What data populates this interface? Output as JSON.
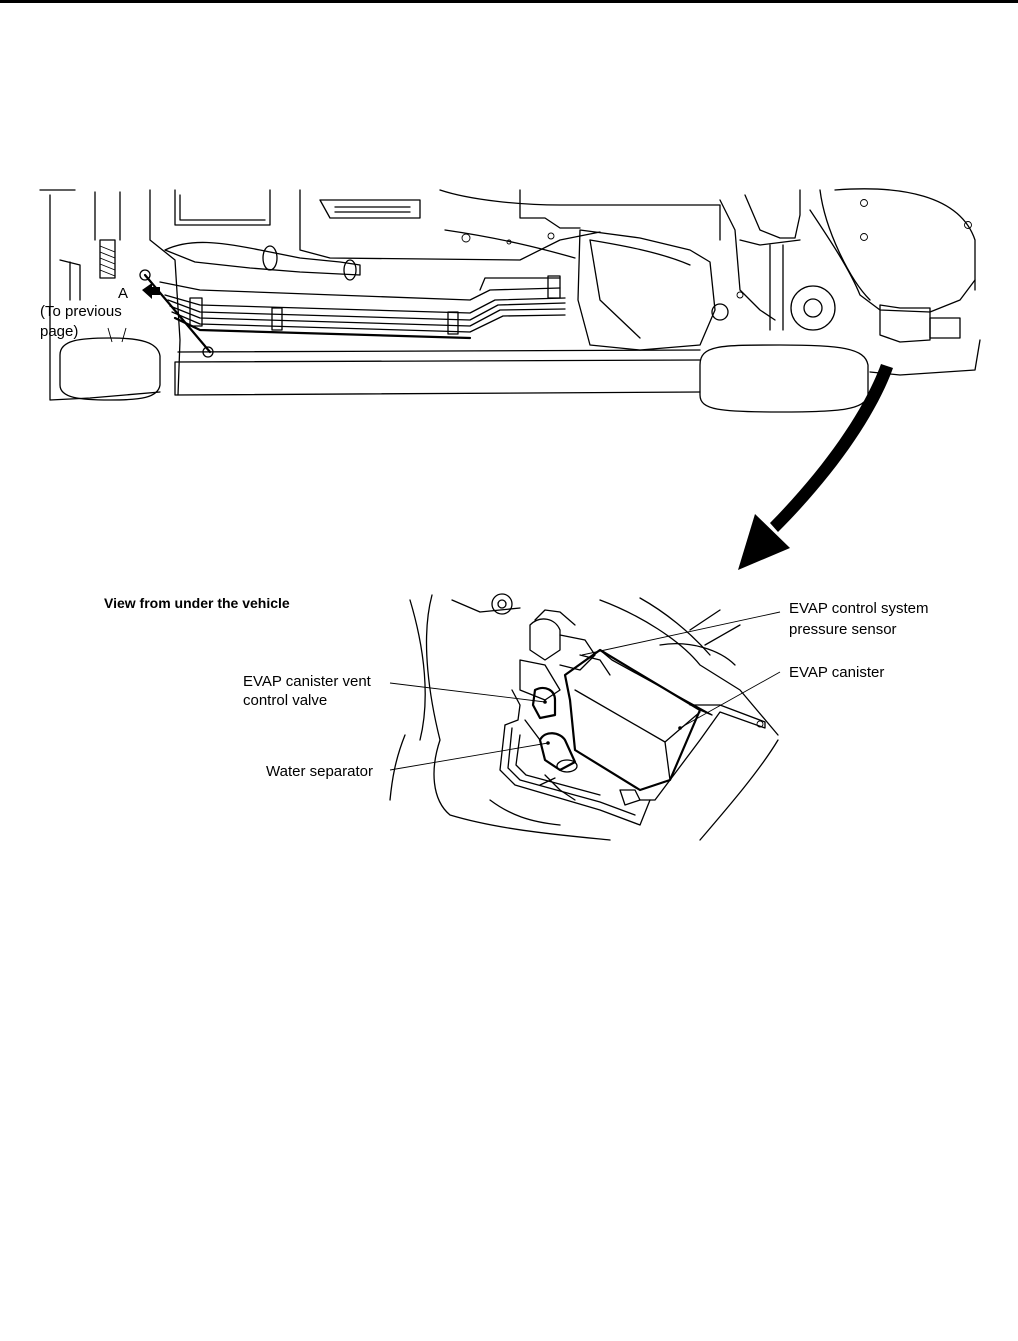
{
  "overview": {
    "marker_label": "A",
    "ref_line1": "(To previous",
    "ref_line2": "page)"
  },
  "detail": {
    "caption": "View from under the vehicle",
    "callouts": {
      "pressure_sensor_line1": "EVAP control system",
      "pressure_sensor_line2": "pressure sensor",
      "canister": "EVAP canister",
      "vent_valve_line1": "EVAP canister vent",
      "vent_valve_line2": "control valve",
      "water_separator": "Water separator"
    }
  }
}
